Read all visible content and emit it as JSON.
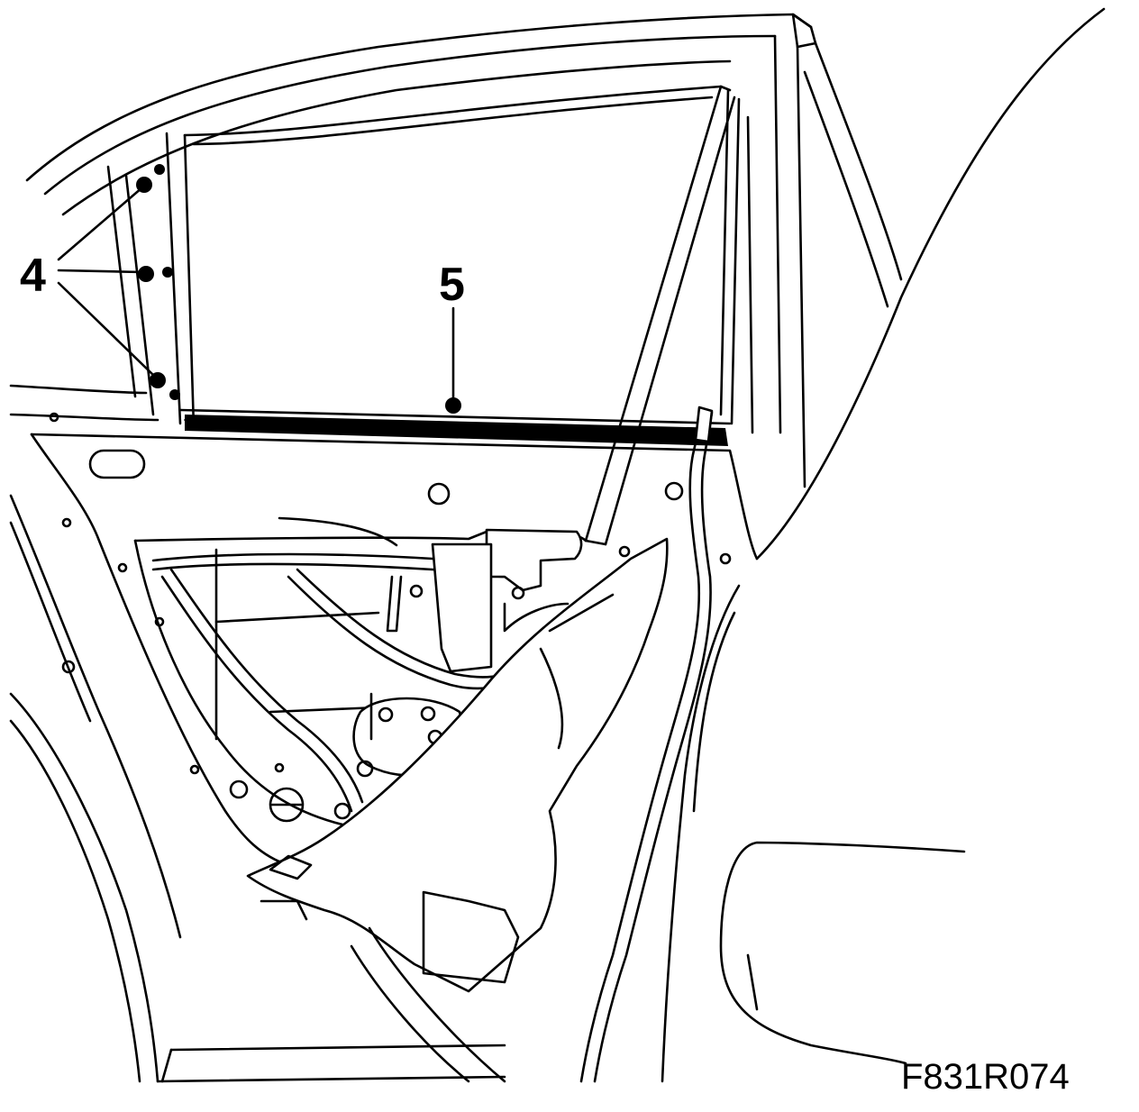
{
  "callouts": [
    {
      "id": "4",
      "label": "4"
    },
    {
      "id": "5",
      "label": "5"
    }
  ],
  "figure_code": "F831R074",
  "colors": {
    "line": "#000000",
    "background": "#ffffff"
  }
}
